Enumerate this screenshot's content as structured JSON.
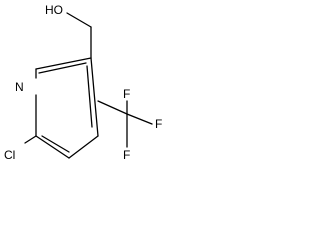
{
  "molecule": {
    "labels": {
      "hydroxyl": "HO",
      "nitrogen": "N",
      "chlorine": "Cl",
      "fluorine_top": "F",
      "fluorine_right": "F",
      "fluorine_bottom": "F"
    }
  },
  "colors": {
    "bond": "#000000",
    "label": "#000000",
    "background": "#ffffff"
  }
}
